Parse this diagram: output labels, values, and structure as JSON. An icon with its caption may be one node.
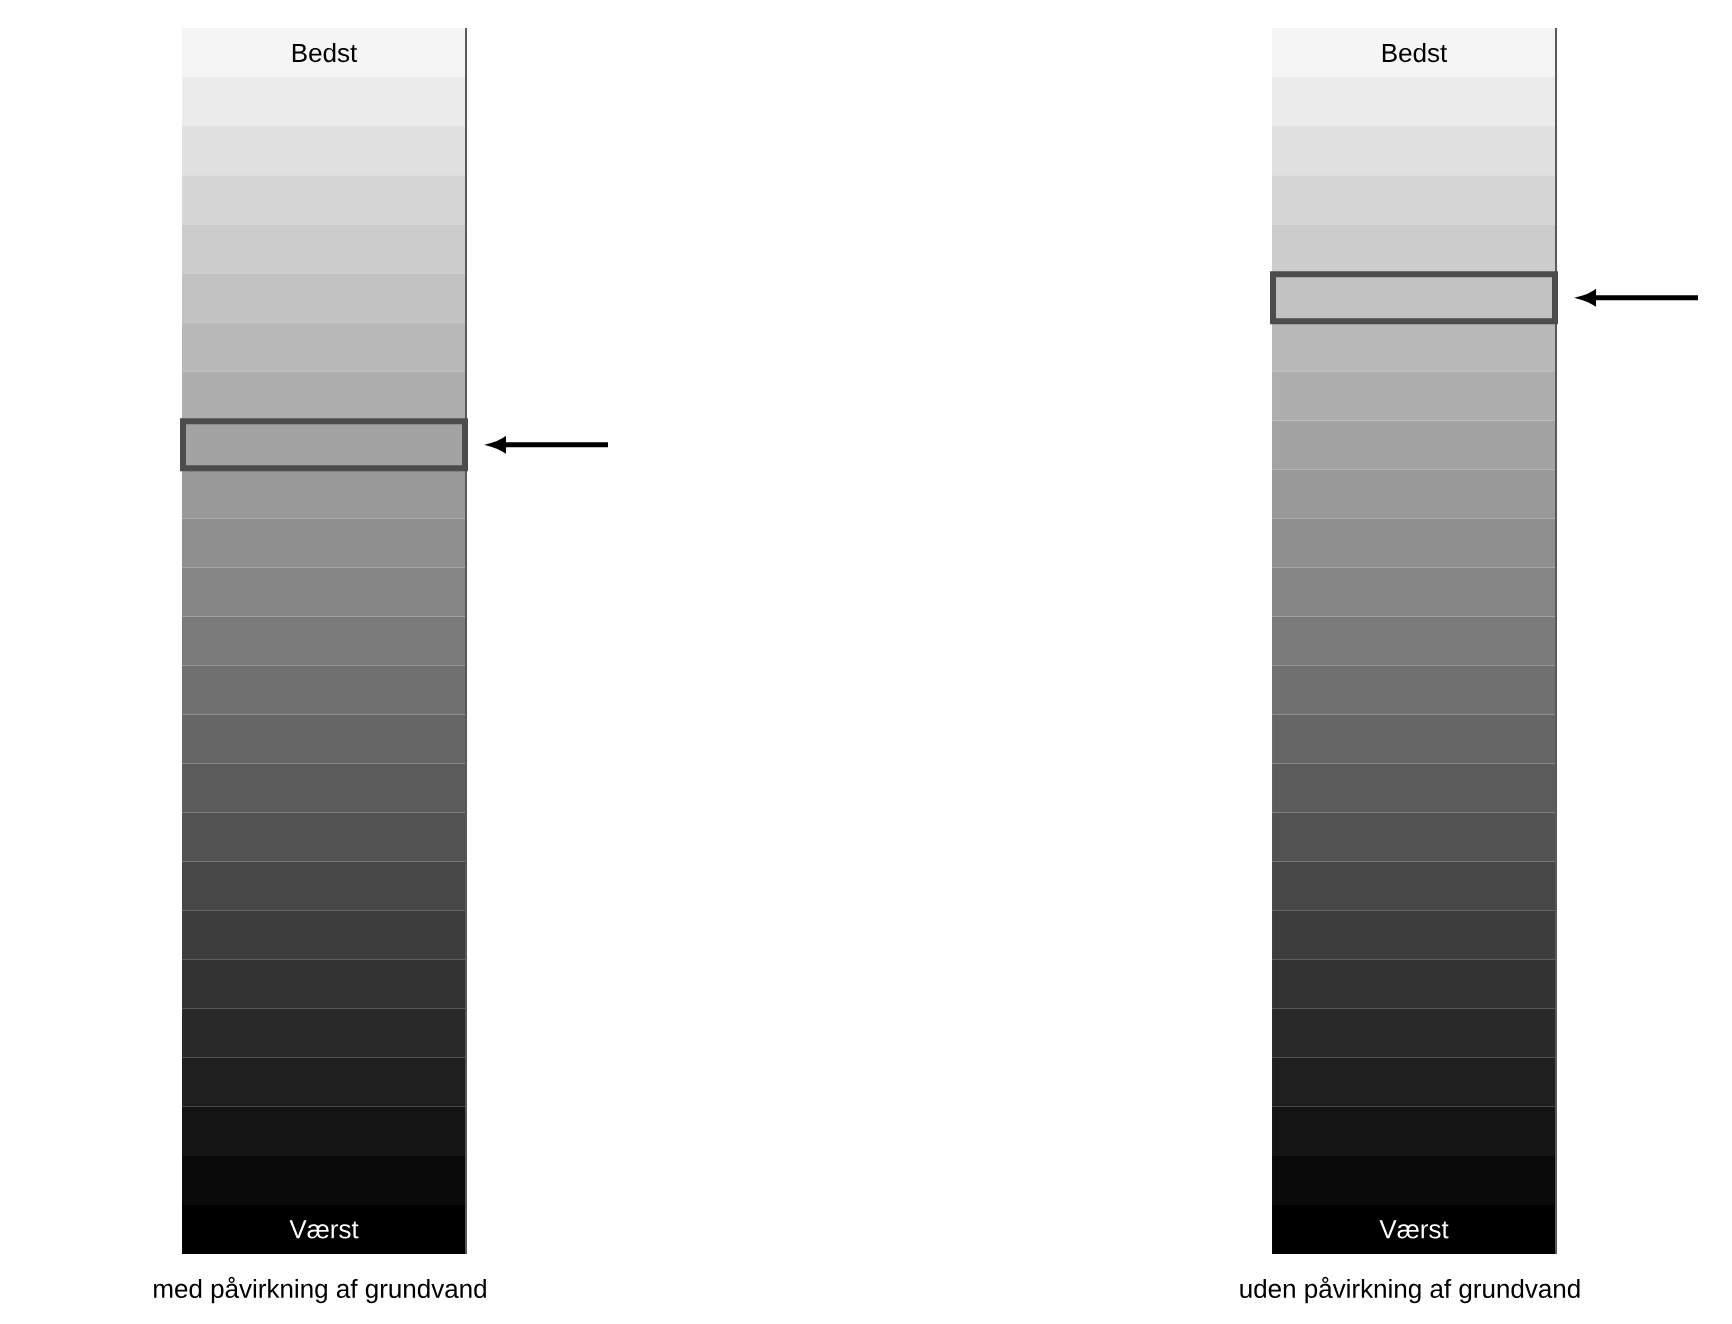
{
  "diagram": {
    "nodes": [
      {
        "text": [
          "Bedst",
          "Værst"
        ],
        "beside": [
          "med påvirkning af grundvand"
        ]
      },
      {
        "text": [],
        "shape": "box",
        "in": 0
      },
      {
        "text": [
          "Bedst",
          "Værst"
        ],
        "beside": [
          "uden påvirkning af grundvand"
        ]
      },
      {
        "text": [],
        "shape": "box",
        "in": 2
      }
    ],
    "edges": [
      {
        "from": null,
        "to": 1,
        "arrow": "to"
      },
      {
        "from": null,
        "to": 3,
        "arrow": "to"
      }
    ]
  }
}
